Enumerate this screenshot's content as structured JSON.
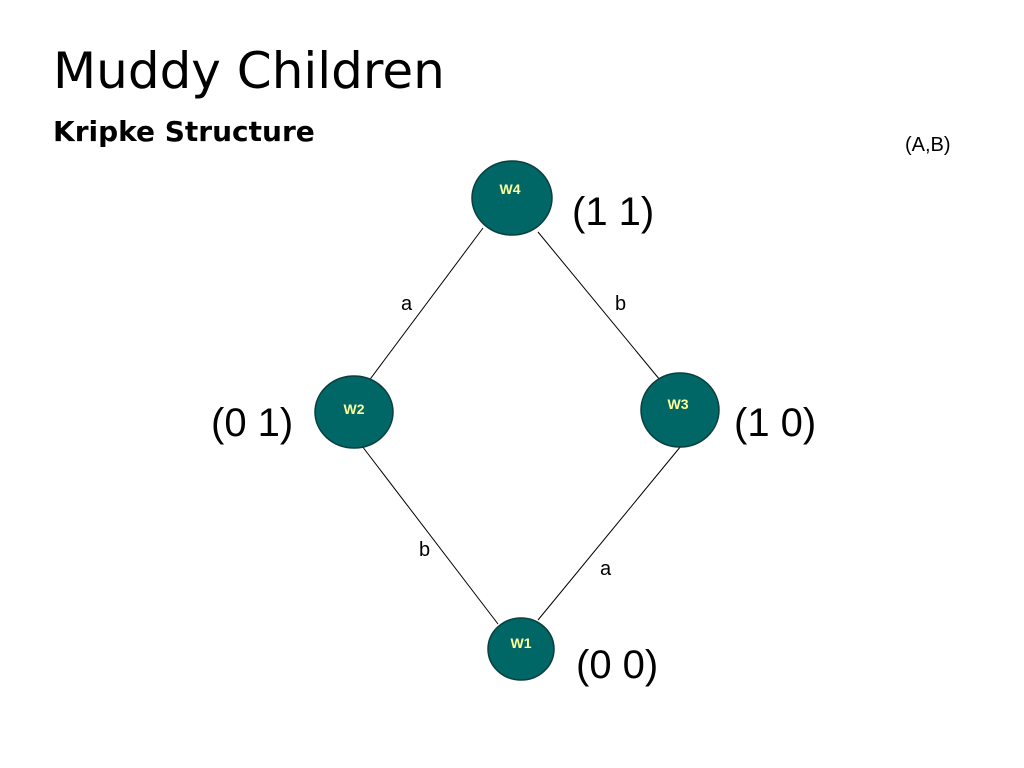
{
  "slide": {
    "title": "Muddy Children",
    "subtitle": "Kripke Structure",
    "legend": "(A,B)"
  },
  "diagram": {
    "nodes": [
      {
        "id": "w4",
        "label": "W4",
        "value": "(1 1)"
      },
      {
        "id": "w2",
        "label": "W2",
        "value": "(0 1)"
      },
      {
        "id": "w3",
        "label": "W3",
        "value": "(1 0)"
      },
      {
        "id": "w1",
        "label": "W1",
        "value": "(0 0)"
      }
    ],
    "edges": [
      {
        "from": "w4",
        "to": "w2",
        "label": "a"
      },
      {
        "from": "w4",
        "to": "w3",
        "label": "b"
      },
      {
        "from": "w2",
        "to": "w1",
        "label": "b"
      },
      {
        "from": "w3",
        "to": "w1",
        "label": "a"
      }
    ]
  },
  "colors": {
    "node_fill": "#006666",
    "node_label": "#ffff99",
    "edge": "#000000"
  }
}
